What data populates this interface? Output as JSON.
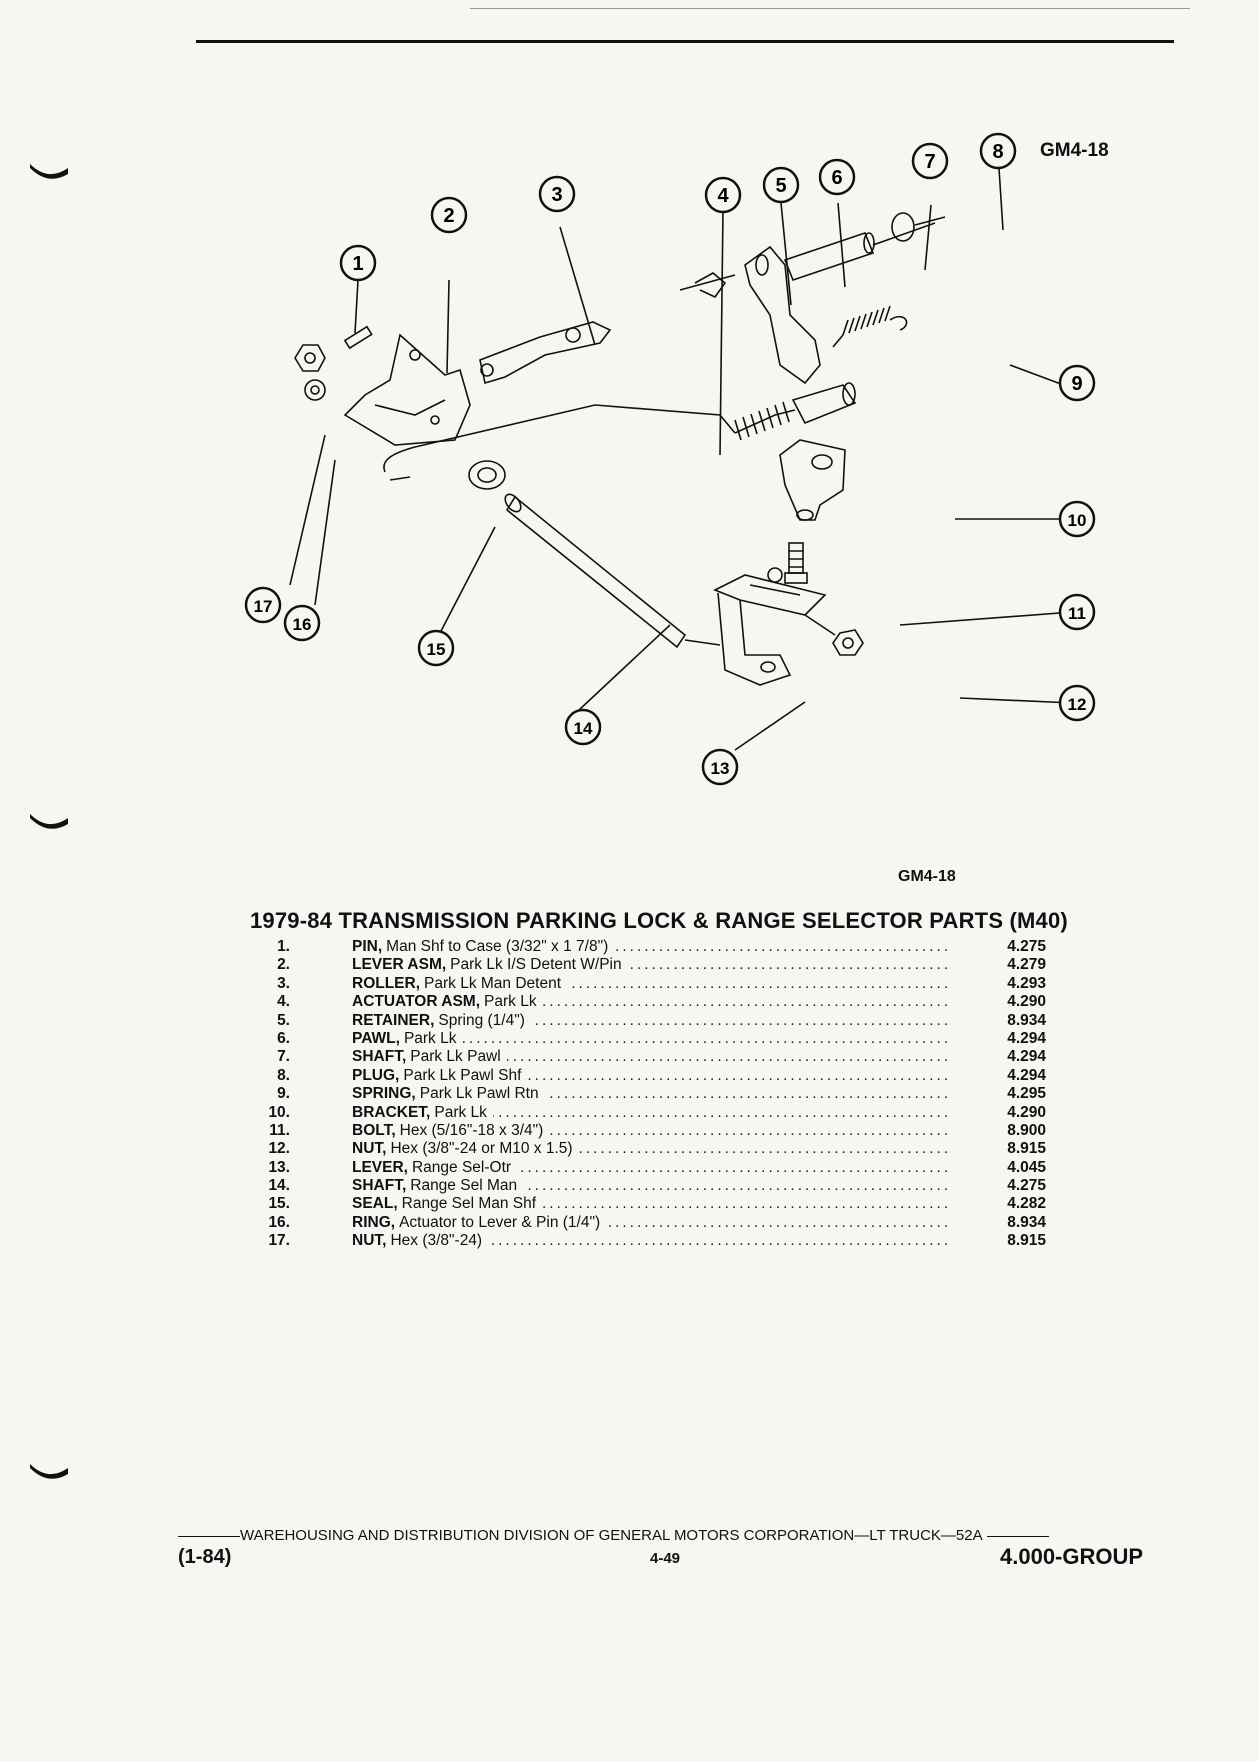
{
  "header": {
    "figure_code_top": "GM4-18"
  },
  "callouts": [
    "1",
    "2",
    "3",
    "4",
    "5",
    "6",
    "7",
    "8",
    "9",
    "10",
    "11",
    "12",
    "13",
    "14",
    "15",
    "16",
    "17"
  ],
  "figure_code_bottom": "GM4-18",
  "title": "1979-84 TRANSMISSION PARKING LOCK & RANGE SELECTOR PARTS (M40)",
  "parts": [
    {
      "num": "1.",
      "name": "PIN,",
      "desc": "Man Shf to Case (3/32\" x 1 7/8\")",
      "code": "4.275"
    },
    {
      "num": "2.",
      "name": "LEVER ASM,",
      "desc": "Park Lk I/S Detent W/Pin",
      "code": "4.279"
    },
    {
      "num": "3.",
      "name": "ROLLER,",
      "desc": "Park Lk Man Detent",
      "code": "4.293"
    },
    {
      "num": "4.",
      "name": "ACTUATOR ASM,",
      "desc": "Park Lk",
      "code": "4.290"
    },
    {
      "num": "5.",
      "name": "RETAINER,",
      "desc": "Spring (1/4\")",
      "code": "8.934"
    },
    {
      "num": "6.",
      "name": "PAWL,",
      "desc": "Park Lk",
      "code": "4.294"
    },
    {
      "num": "7.",
      "name": "SHAFT,",
      "desc": "Park Lk Pawl",
      "code": "4.294"
    },
    {
      "num": "8.",
      "name": "PLUG,",
      "desc": "Park Lk Pawl Shf",
      "code": "4.294"
    },
    {
      "num": "9.",
      "name": "SPRING,",
      "desc": "Park Lk Pawl Rtn",
      "code": "4.295"
    },
    {
      "num": "10.",
      "name": "BRACKET,",
      "desc": "Park Lk",
      "code": "4.290"
    },
    {
      "num": "11.",
      "name": "BOLT,",
      "desc": "Hex (5/16\"-18 x 3/4\")",
      "code": "8.900"
    },
    {
      "num": "12.",
      "name": "NUT,",
      "desc": "Hex (3/8\"-24 or M10 x 1.5)",
      "code": "8.915"
    },
    {
      "num": "13.",
      "name": "LEVER,",
      "desc": "Range Sel-Otr",
      "code": "4.045"
    },
    {
      "num": "14.",
      "name": "SHAFT,",
      "desc": "Range Sel Man",
      "code": "4.275"
    },
    {
      "num": "15.",
      "name": "SEAL,",
      "desc": "Range Sel Man Shf",
      "code": "4.282"
    },
    {
      "num": "16.",
      "name": "RING,",
      "desc": "Actuator to Lever & Pin (1/4\")",
      "code": "8.934"
    },
    {
      "num": "17.",
      "name": "NUT,",
      "desc": "Hex (3/8\"-24)",
      "code": "8.915"
    }
  ],
  "footer": {
    "division_text": "WAREHOUSING AND DISTRIBUTION  DIVISION OF GENERAL MOTORS CORPORATION—LT TRUCK—52A",
    "date": "(1-84)",
    "page": "4-49",
    "group": "4.000-GROUP"
  }
}
